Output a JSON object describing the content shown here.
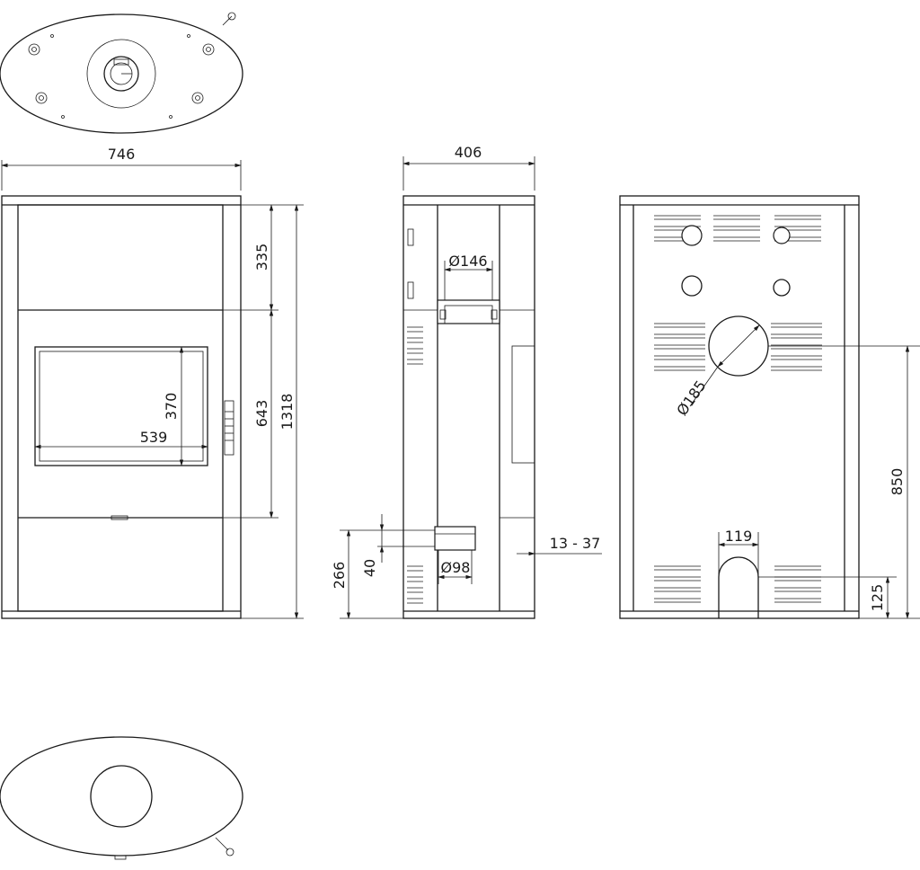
{
  "dimensions": {
    "front_width": "746",
    "side_depth": "406",
    "flue_top_diameter": "Ø146",
    "door_height": "335",
    "firebox_height": "643",
    "total_height": "1318",
    "glass_height": "370",
    "glass_width": "539",
    "side_lower_height": "266",
    "side_air_inlet_height": "40",
    "side_air_inlet_diameter": "Ø98",
    "leg_adjustment": "13 - 37",
    "rear_flue_diameter": "Ø185",
    "rear_flue_height": "850",
    "rear_opening_width": "119",
    "rear_opening_height": "125"
  }
}
